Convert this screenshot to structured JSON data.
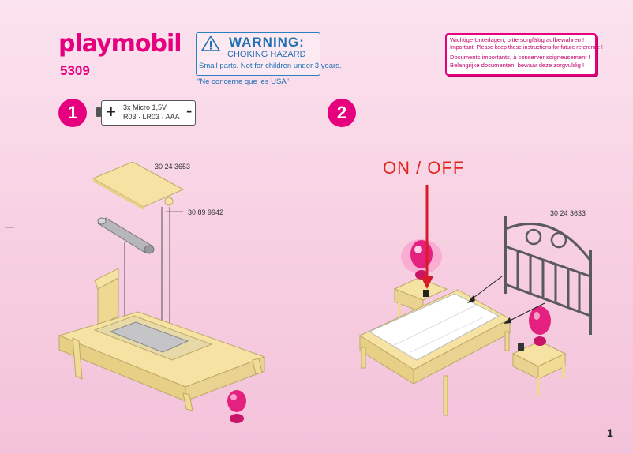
{
  "brand": {
    "logo_text": "playmobil",
    "model_number": "5309"
  },
  "warning": {
    "title": "WARNING:",
    "subtitle": "CHOKING HAZARD",
    "detail": "Small parts. Not for children under 3 years.",
    "note": "\"Ne concerne que les USA\""
  },
  "keep_notice": [
    "Wichtige Unterlagen, bitte sorgfältig aufbewahren !",
    "Important: Please keep these instructions for future reference !",
    "Documents importants, à conserver soigneusement !",
    "Belangrijke documenten, bewaar deze zorgvuldig !"
  ],
  "steps": [
    {
      "number": "1"
    },
    {
      "number": "2"
    }
  ],
  "battery": {
    "plus": "+",
    "minus": "-",
    "line1": "3x Micro 1,5V",
    "line2": "R03 · LR03 · AAA"
  },
  "part_numbers": {
    "lid": "30 24 3653",
    "contact": "30 89 9942",
    "headboard": "30 24 3633"
  },
  "on_off_label": "ON / OFF",
  "page_number": "1",
  "colors": {
    "brand_pink": "#e6007e",
    "warning_blue": "#1f6fb4",
    "wood": "#f6e3a3",
    "headboard": "#5a5a5e"
  }
}
